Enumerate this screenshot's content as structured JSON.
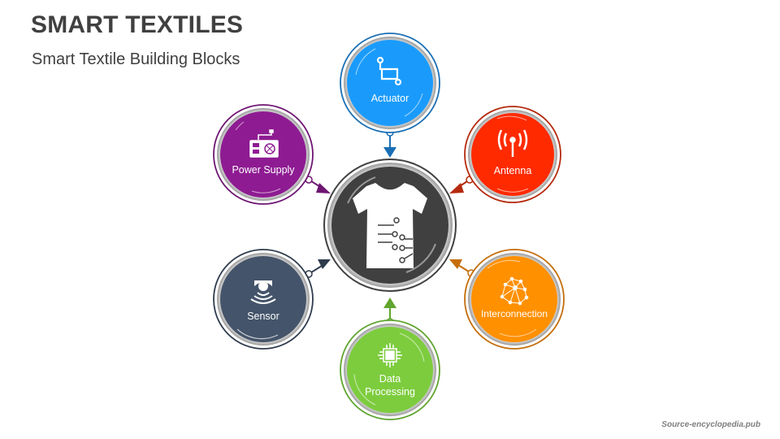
{
  "header": {
    "title": "SMART TEXTILES",
    "subtitle": "Smart Textile Building Blocks"
  },
  "center": {
    "icon": "smart-shirt-circuit-icon",
    "color": "#404040"
  },
  "blocks": [
    {
      "label": "Actuator",
      "icon": "actuator-icon",
      "color": "#1a9bfc",
      "ring": "#1a6fb5"
    },
    {
      "label": "Antenna",
      "icon": "antenna-icon",
      "color": "#ff2a00",
      "ring": "#b52a0e"
    },
    {
      "label": "Interconnection",
      "icon": "network-mesh-icon",
      "color": "#ff9000",
      "ring": "#c46d0a"
    },
    {
      "label": "Data Processing",
      "label_line1": "Data",
      "label_line2": "Processing",
      "icon": "processor-chip-icon",
      "color": "#7dcc3e",
      "ring": "#5fa52e"
    },
    {
      "label": "Sensor",
      "icon": "sensor-icon",
      "color": "#44546a",
      "ring": "#2e3b4d"
    },
    {
      "label": "Power Supply",
      "icon": "power-supply-icon",
      "color": "#8e1b92",
      "ring": "#6e1572"
    }
  ],
  "footer": {
    "source": "Source-encyclopedia.pub"
  }
}
